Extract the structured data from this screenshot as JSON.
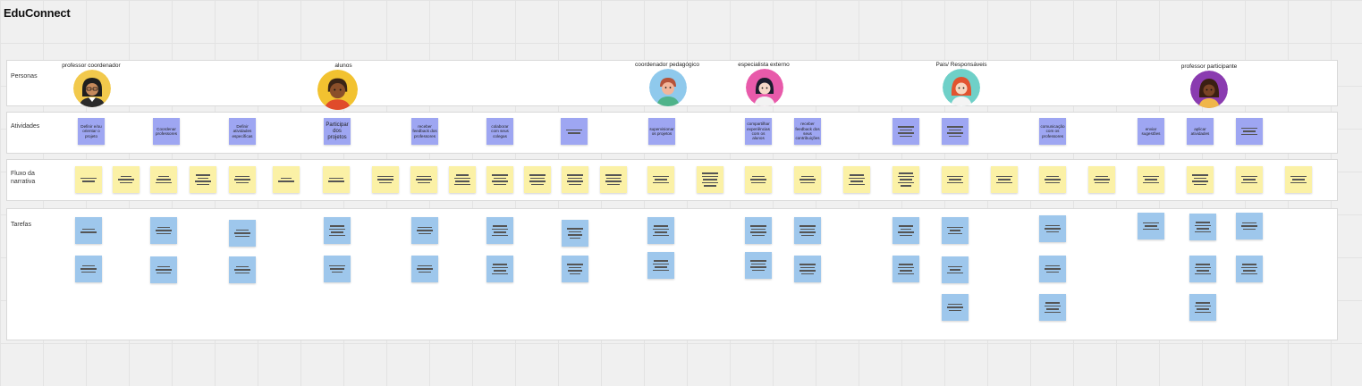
{
  "board": {
    "title": "EduConnect"
  },
  "lanes": {
    "personas": "Personas",
    "atividades": "Atividades",
    "fluxo": "Fluxo da narrativa",
    "tarefas": "Tarefas"
  },
  "personas": [
    {
      "name": "professor coordenador",
      "avatar_bg": "#f2c94c",
      "icon": "teacher-avatar"
    },
    {
      "name": "alunos",
      "avatar_bg": "#f2c230",
      "icon": "student-avatar"
    },
    {
      "name": "coordenador pedagógico",
      "avatar_bg": "#8fc9ec",
      "icon": "coordinator-avatar"
    },
    {
      "name": "especialista externo",
      "avatar_bg": "#e85aaa",
      "icon": "specialist-avatar"
    },
    {
      "name": "Pais/ Responsáveis",
      "avatar_bg": "#6fd0c8",
      "icon": "parent-avatar"
    },
    {
      "name": "professor participante",
      "avatar_bg": "#8a3bb0",
      "icon": "participant-teacher-avatar"
    }
  ],
  "atividades": [
    {
      "text": "Definir e/ou orientar o projeto"
    },
    {
      "text": "Coordenar professores"
    },
    {
      "text": "Definir atividades específicas"
    },
    {
      "text": "Participar dos projetos"
    },
    {
      "text": "receber feedback dos professores"
    },
    {
      "text": "colaborar com seus colegas"
    },
    {
      "text": ""
    },
    {
      "text": "supervisionar os projetos"
    },
    {
      "text": "compartilhar experiências com os alunos"
    },
    {
      "text": "receber feedback dos seus contribuições"
    },
    {
      "text": ""
    },
    {
      "text": ""
    },
    {
      "text": "comunicação com os professores"
    },
    {
      "text": "enviar sugestões"
    },
    {
      "text": "aplicar atividades"
    },
    {
      "text": ""
    }
  ],
  "colors": {
    "purple": "#9ea6f2",
    "yellow": "#fbf1a6",
    "blue": "#9ec7ec"
  }
}
